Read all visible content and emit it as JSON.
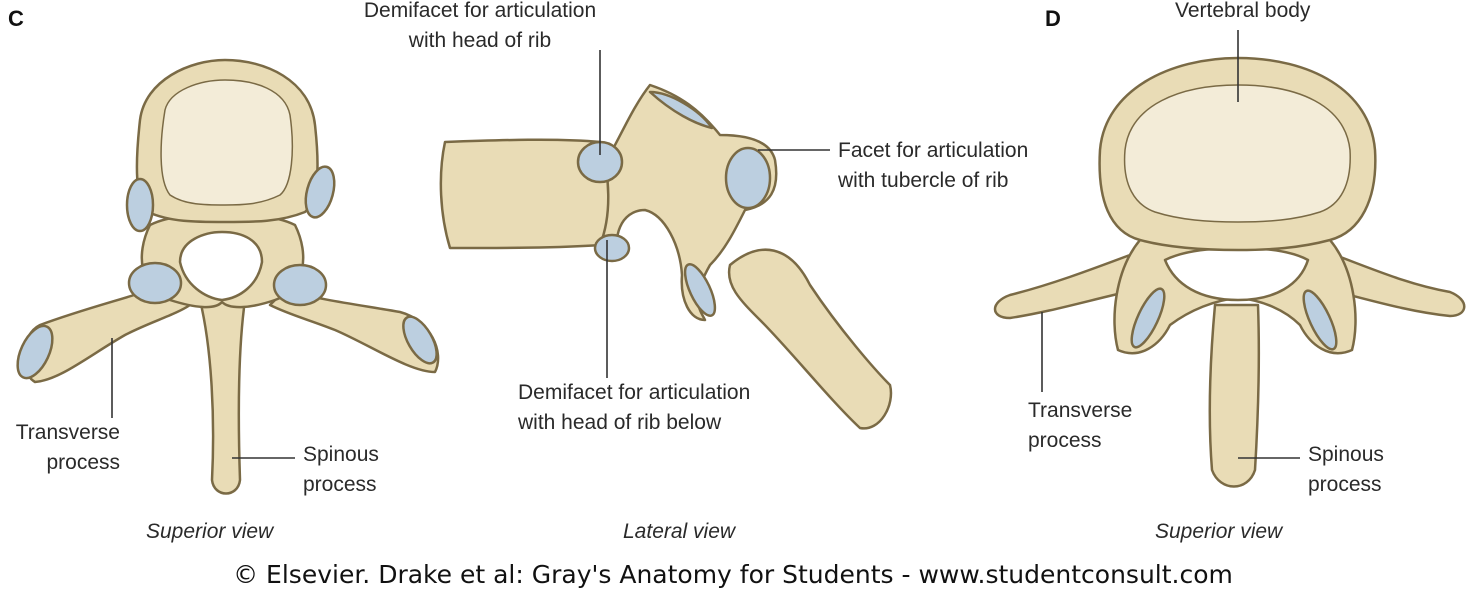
{
  "panels": {
    "left": "C",
    "right": "D"
  },
  "labels": {
    "demifacet_head_line1": "Demifacet for articulation",
    "demifacet_head_line2": "with head of rib",
    "facet_tubercle_line1": "Facet for articulation",
    "facet_tubercle_line2": "with tubercle of rib",
    "demifacet_below_line1": "Demifacet for articulation",
    "demifacet_below_line2": "with head of rib below",
    "transverse_c_line1": "Transverse",
    "transverse_c_line2": "process",
    "spinous_c_line1": "Spinous",
    "spinous_c_line2": "process",
    "vertebral_body": "Vertebral body",
    "transverse_d_line1": "Transverse",
    "transverse_d_line2": "process",
    "spinous_d_line1": "Spinous",
    "spinous_d_line2": "process"
  },
  "captions": {
    "c_view": "Superior view",
    "lateral_view": "Lateral view",
    "d_view": "Superior view"
  },
  "credit": "© Elsevier. Drake et al: Gray's Anatomy for Students - www.studentconsult.com",
  "colors": {
    "bone": "#e9dcb6",
    "bone_outline": "#7a6a45",
    "cancellous": "#f3ecd8",
    "facet": "#bccfe0",
    "leader": "#333333"
  }
}
